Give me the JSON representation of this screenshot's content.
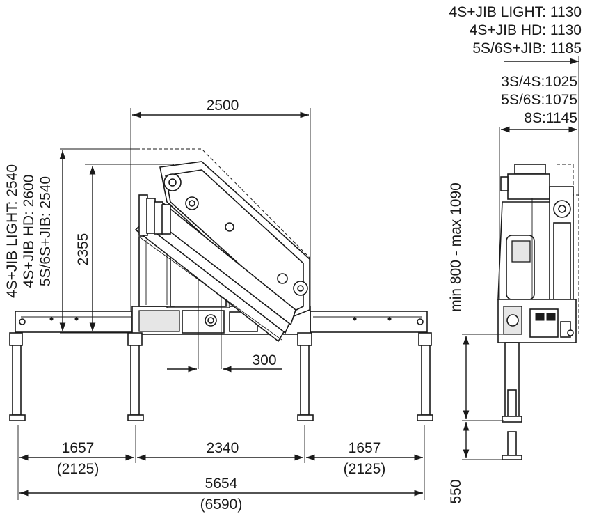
{
  "top_right_labels": {
    "line1": "4S+JIB LIGHT: 1130",
    "line2": "4S+JIB HD: 1130",
    "line3": "5S/6S+JIB: 1185"
  },
  "mid_right_labels": {
    "line1": "3S/4S:1025",
    "line2": "5S/6S:1075",
    "line3": "8S:1145"
  },
  "left_vertical_labels": {
    "line1": "4S+JIB LIGHT: 2540",
    "line2": "4S+JIB HD: 2600",
    "line3": "5S/6S+JIB: 2540"
  },
  "dimensions": {
    "width_top": "2500",
    "height_crane": "2355",
    "offset": "300",
    "left_outrigger": "1657",
    "left_outrigger_max": "(2125)",
    "center_span": "2340",
    "right_outrigger": "1657",
    "right_outrigger_max": "(2125)",
    "total_span": "5654",
    "total_span_max": "(6590)",
    "stabilizer_range": "min 800  -  max 1090",
    "stabilizer_extension": "550"
  }
}
